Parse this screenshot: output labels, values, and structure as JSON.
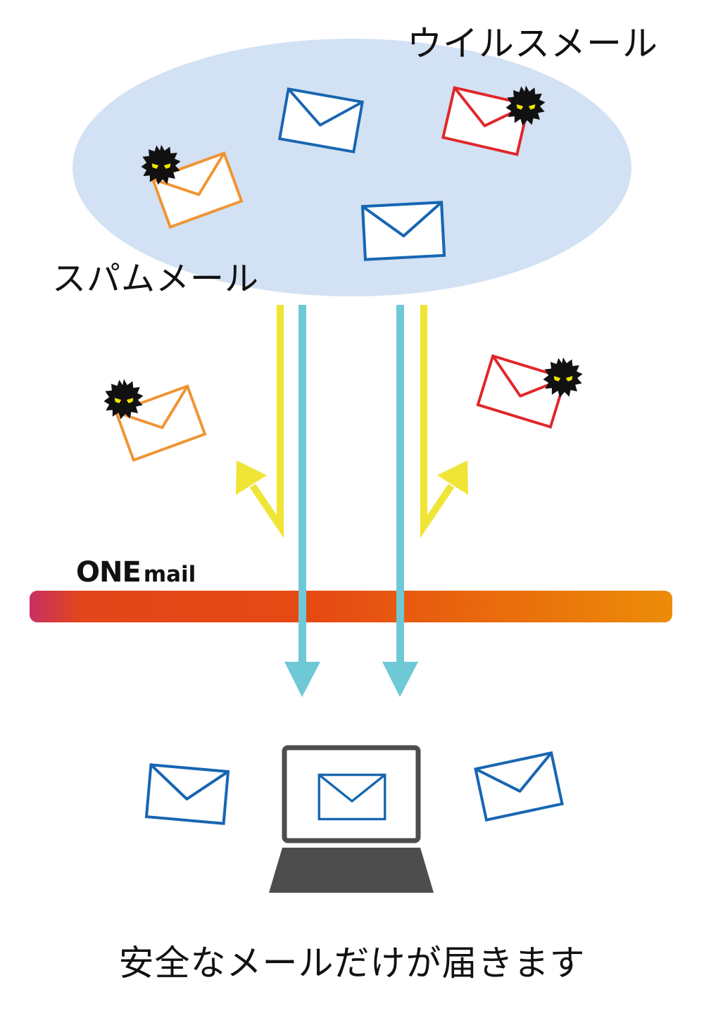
{
  "labels": {
    "virus_mail": "ウイルスメール",
    "spam_mail": "スパムメール",
    "footer": "安全なメールだけが届きます"
  },
  "brand": {
    "name_bold": "ONE",
    "name_light": "mail"
  },
  "colors": {
    "cloud": "#d2e1f3",
    "safe_mail": "#1766b2",
    "virus_mail": "#e1262a",
    "spam_mail": "#f09433",
    "rejected_arrow": "#f0e535",
    "delivered_arrow": "#6fc8d6",
    "filter_bar_start": "#c73063",
    "filter_bar_mid": "#e64a13",
    "filter_bar_end": "#ec8c07",
    "laptop": "#4d4d4d"
  },
  "icons": {
    "envelope": "envelope-icon",
    "virus": "virus-icon",
    "laptop": "laptop-icon"
  }
}
